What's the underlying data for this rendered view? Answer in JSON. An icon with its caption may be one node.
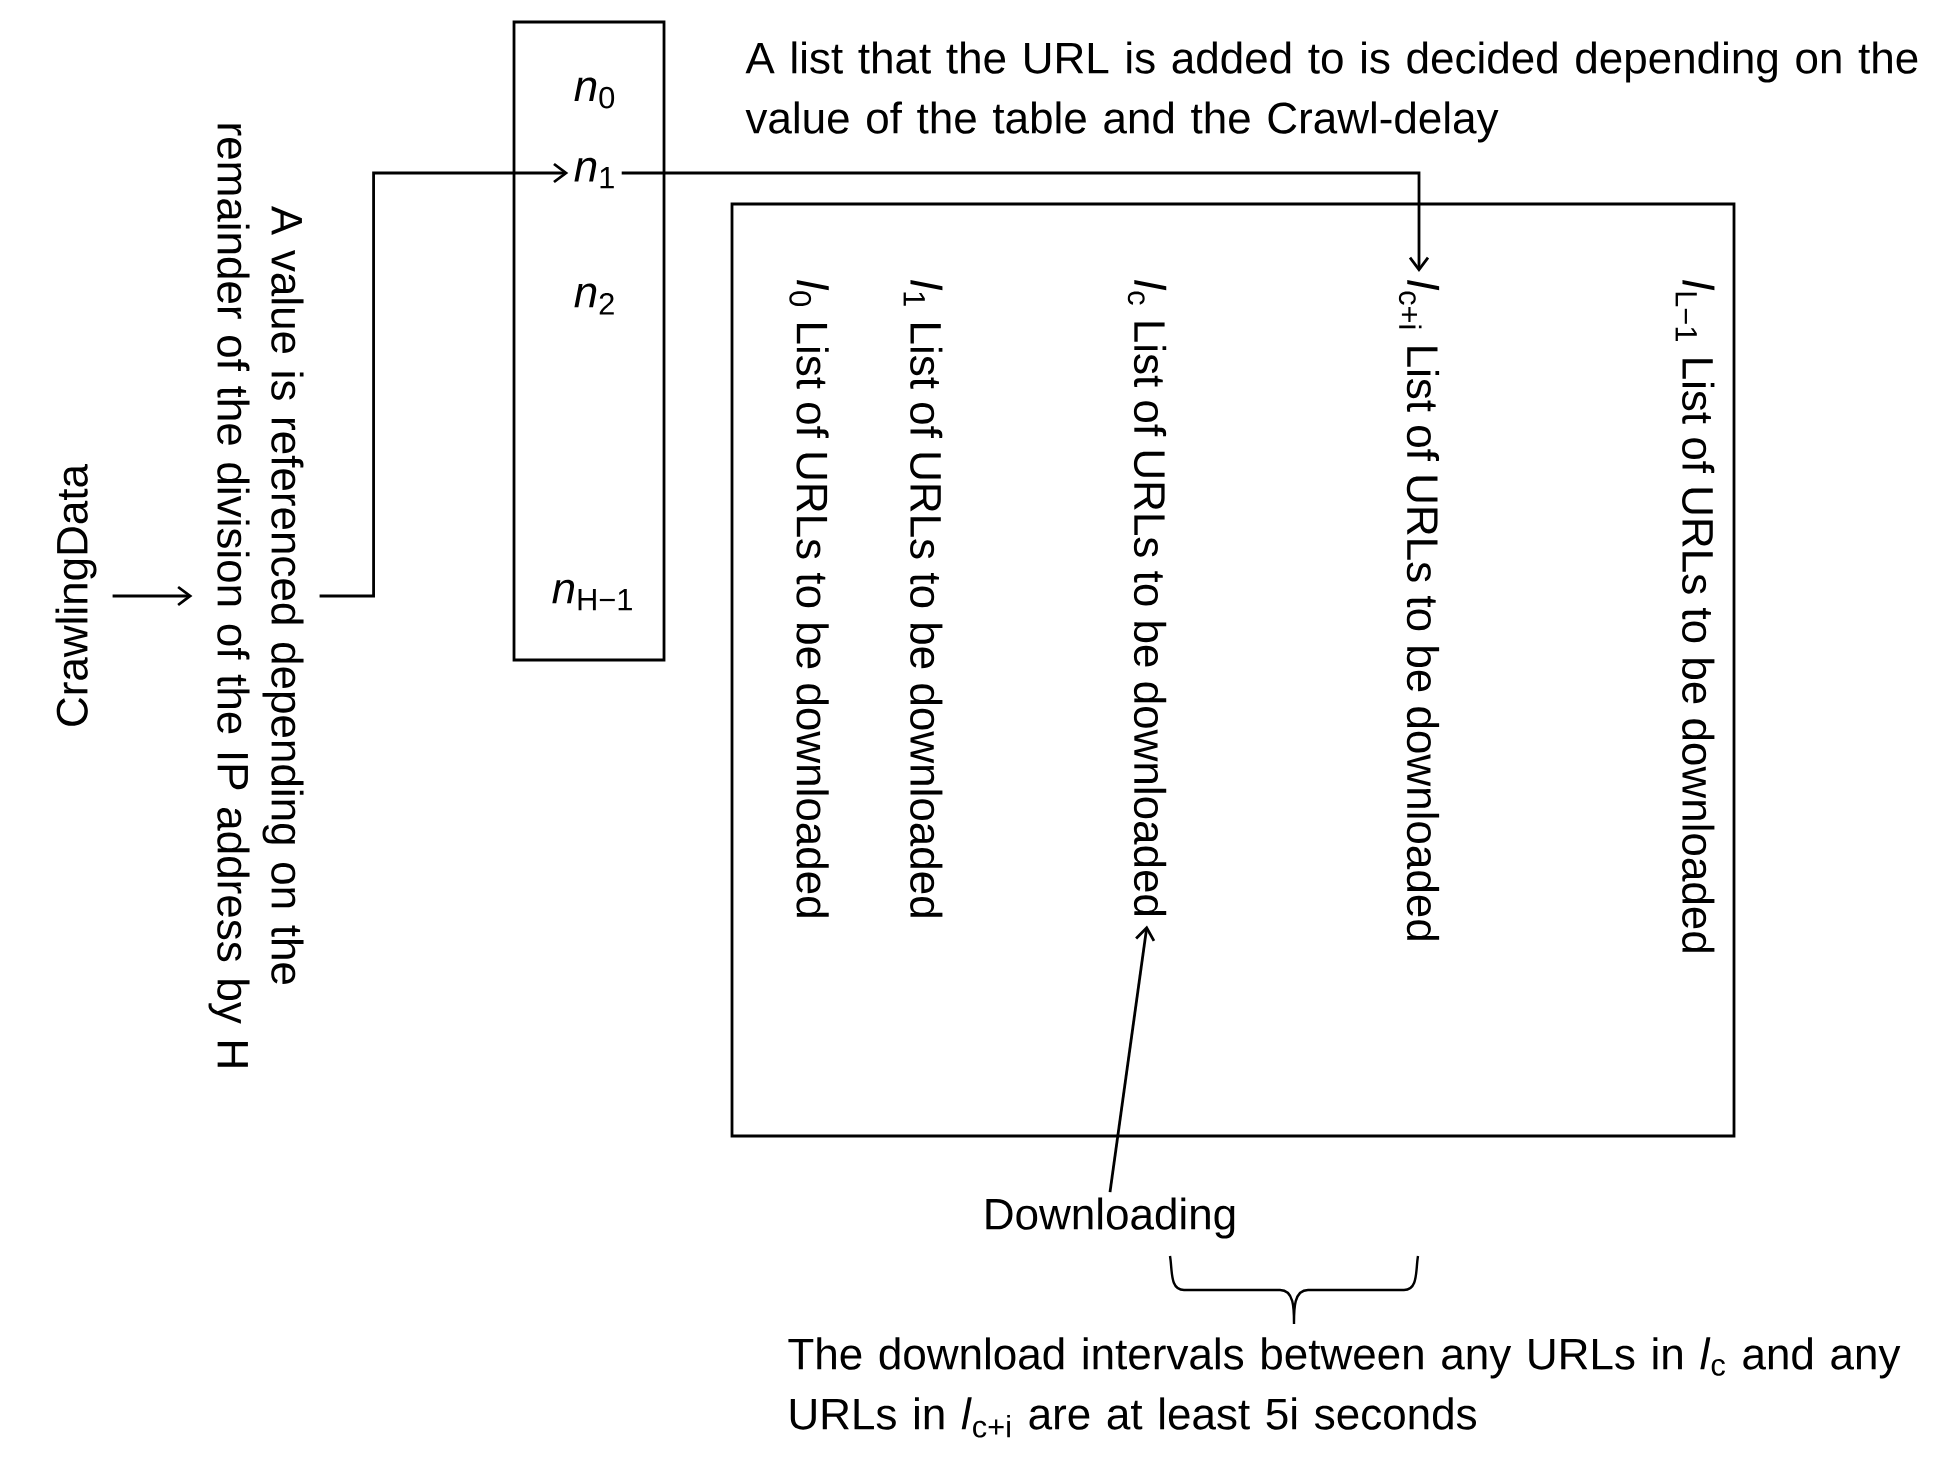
{
  "diagram": {
    "nodes": [
      {
        "text": [
          "CrawlingData"
        ]
      },
      {
        "text": [
          "A value is referenced depending on the remainder of the division of the IP address by H"
        ]
      },
      {
        "text": [],
        "shape": "box"
      },
      {
        "text": [
          "*n*$_{0}$"
        ],
        "in": 2
      },
      {
        "text": [
          "*n*$_{1}$"
        ],
        "in": 2
      },
      {
        "text": [
          "*n*$_{2}$"
        ],
        "in": 2
      },
      {
        "text": [
          "*n*$_{H−1}$"
        ],
        "in": 2
      },
      {
        "text": [],
        "shape": "box"
      },
      {
        "text": [
          "*l*$_{0}$ List of URLs to be downloaded"
        ],
        "in": 7
      },
      {
        "text": [
          "*l*$_{1}$ List of URLs to be downloaded"
        ],
        "in": 7
      },
      {
        "text": [
          "*l*$_{c}$ List of URLs to be downloaded"
        ],
        "in": 7
      },
      {
        "text": [
          "*l*$_{c+i}$ List of URLs to be downloaded"
        ],
        "in": 7
      },
      {
        "text": [
          "*l*$_{L−1}$ List of URLs to be downloaded"
        ],
        "in": 7
      },
      {
        "text": [
          "Downloading"
        ]
      }
    ],
    "edges": [
      {
        "from": 0,
        "to": 1,
        "arrow": "to"
      },
      {
        "from": 1,
        "to": 4,
        "arrow": "to"
      },
      {
        "from": 4,
        "to": 11,
        "arrow": "to"
      },
      {
        "from": 13,
        "to": 10,
        "arrow": "to"
      }
    ],
    "labels": [
      "A list that the URL is added to is decided depending on the value of the table and the Crawl-delay",
      "The download intervals between any URLs in *l*$_{c}$ and any URLs in *l*$_{c+i}$ are at least 5i seconds"
    ]
  }
}
